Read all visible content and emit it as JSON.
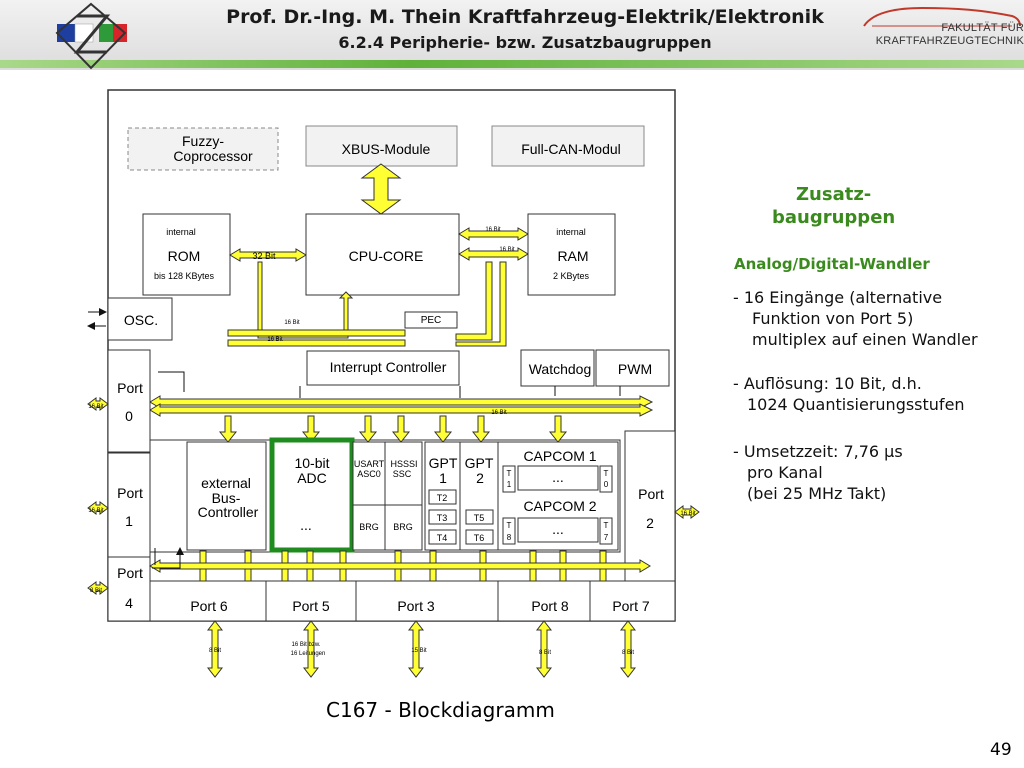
{
  "header": {
    "title": "Prof. Dr.-Ing. M. Thein   Kraftfahrzeug-Elektrik/Elektronik",
    "subtitle": "6.2.4 Peripherie- bzw. Zusatzbaugruppen",
    "faculty_line1": "FAKULTÄT FÜR",
    "faculty_line2": "KRAFTFAHRZEUGTECHNIK"
  },
  "diagram": {
    "fuzzy1": "Fuzzy-",
    "fuzzy2": "Coprocessor",
    "xbus": "XBUS-Module",
    "fullcan": "Full-CAN-Modul",
    "rom_internal": "internal",
    "rom": "ROM",
    "rom_size": "bis 128 KBytes",
    "bit32": "32 Bit",
    "cpu": "CPU-CORE",
    "bit16": "16 Bit",
    "ram_internal": "internal",
    "ram": "RAM",
    "ram_size": "2 KBytes",
    "osc": "OSC.",
    "pec": "PEC",
    "interrupt": "Interrupt Controller",
    "watchdog": "Watchdog",
    "pwm": "PWM",
    "port0": "Port",
    "port0n": "0",
    "port1": "Port",
    "port1n": "1",
    "port4": "Port",
    "port4n": "4",
    "port2": "Port",
    "port2n": "2",
    "ext1": "external",
    "ext2": "Bus-",
    "ext3": "Controller",
    "adc1": "10-bit",
    "adc2": "ADC",
    "dots": "...",
    "usart1": "USART",
    "usart2": "ASC0",
    "hsssi1": "HSSSI",
    "hsssi2": "SSC",
    "brg": "BRG",
    "gpt1a": "GPT",
    "gpt1b": "1",
    "gpt2a": "GPT",
    "gpt2b": "2",
    "t2": "T2",
    "t3": "T3",
    "t4": "T4",
    "t5": "T5",
    "t6": "T6",
    "capcom1": "CAPCOM 1",
    "capcom2": "CAPCOM 2",
    "t": "T",
    "n1": "1",
    "n0": "0",
    "n8": "8",
    "n7": "7",
    "port6": "Port 6",
    "port5": "Port 5",
    "port3": "Port 3",
    "port8": "Port 8",
    "port7": "Port 7",
    "bit8": "8 Bit",
    "bit16bzw": "16 Bit bzw.",
    "leitungen": "16 Leitungen",
    "bit15": "15 Bit"
  },
  "caption": "C167 - Blockdiagramm",
  "sidebar": {
    "heading1": "Zusatz-",
    "heading2": "baugruppen",
    "sub": "Analog/Digital-Wandler",
    "b1l1": "- 16 Eingänge (alternative",
    "b1l2": "Funktion von Port 5)",
    "b1l3": "multiplex auf einen Wandler",
    "b2l1": "- Auflösung: 10 Bit, d.h.",
    "b2l2": "1024 Quantisierungsstufen",
    "b3l1": "- Umsetzzeit: 7,76 µs",
    "b3l2": "pro Kanal",
    "b3l3": "(bei 25 MHz Takt)"
  },
  "page_number": "49",
  "colors": {
    "bus": "#ffff33",
    "highlight": "#1e8c1e",
    "accent": "#3a8a1e"
  }
}
